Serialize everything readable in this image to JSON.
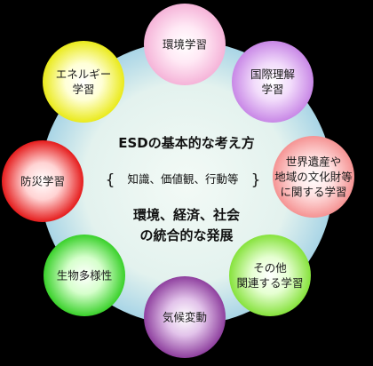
{
  "center": {
    "title": "ESDの基本的な考え方",
    "subtitle": "知識、価値観、行動等",
    "bracket_left": "{",
    "bracket_right": "}",
    "goal_line1": "環境、経済、社会",
    "goal_line2": "の統合的な発展"
  },
  "bubbles": [
    {
      "id": "environment",
      "lines": [
        "環境学習"
      ],
      "color": "#f5b3d8",
      "glow": "#ffe9f5"
    },
    {
      "id": "international",
      "lines": [
        "国際理解",
        "学習"
      ],
      "color": "#c887e6",
      "glow": "#f2dcfb"
    },
    {
      "id": "heritage",
      "lines": [
        "世界遺産や",
        "地域の文化財等",
        "に関する学習"
      ],
      "color": "#f59393",
      "glow": "#ffe3e3"
    },
    {
      "id": "other",
      "lines": [
        "その他",
        "関連する学習"
      ],
      "color": "#86e23c",
      "glow": "#e6ffd2"
    },
    {
      "id": "climate",
      "lines": [
        "気候変動"
      ],
      "color": "#8e3f9e",
      "glow": "#e2c3ea"
    },
    {
      "id": "biodiversity",
      "lines": [
        "生物多様性"
      ],
      "color": "#39d12a",
      "glow": "#d6ffcc"
    },
    {
      "id": "disaster",
      "lines": [
        "防災学習"
      ],
      "color": "#e51b1b",
      "glow": "#ffd3d3"
    },
    {
      "id": "energy",
      "lines": [
        "エネルギー",
        "学習"
      ],
      "color": "#eaea1a",
      "glow": "#ffffd6"
    }
  ],
  "colors": {
    "background": "#000000",
    "center_fill": "#e9f5f1",
    "center_edge": "#a9d5e6"
  }
}
